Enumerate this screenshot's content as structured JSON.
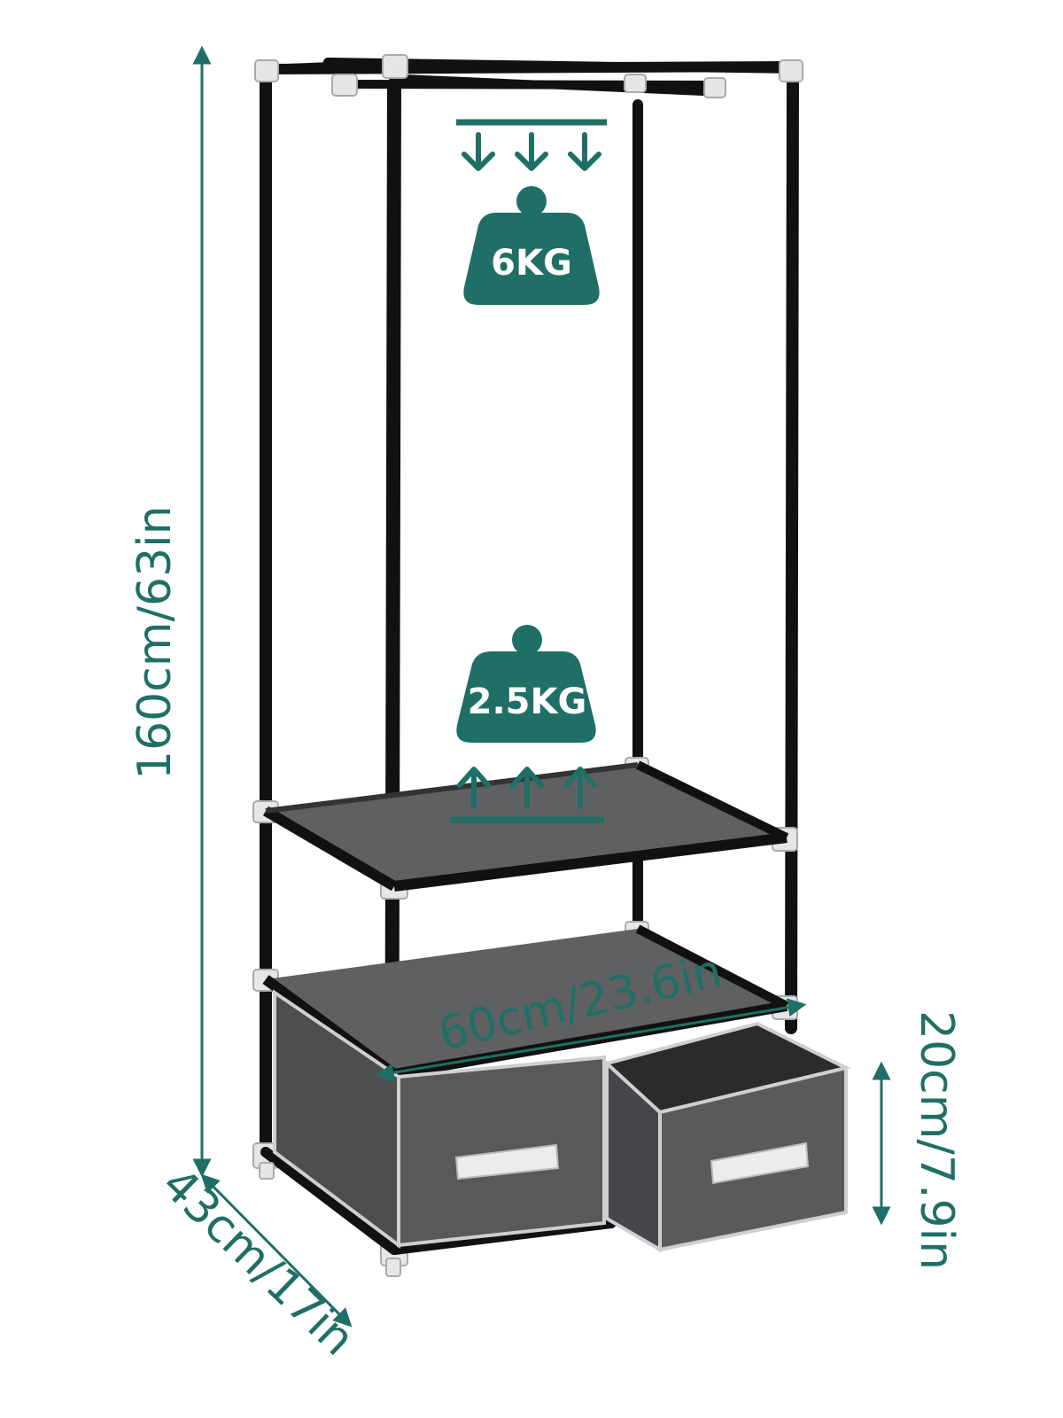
{
  "accent_color": "#1f6f66",
  "frame_color": "#111111",
  "fabric_color": "#5f6062",
  "connector_color": "#e6e6e6",
  "labels": {
    "height": "160cm/63in",
    "width": "60cm/23.6in",
    "depth": "43cm/17in",
    "drawer_height": "20cm/7.9in"
  },
  "loads": {
    "rail": "6KG",
    "shelf": "2.5KG"
  },
  "icons": {
    "rail_load": "weight-down-arrows-icon",
    "shelf_load": "weight-up-arrows-icon"
  }
}
